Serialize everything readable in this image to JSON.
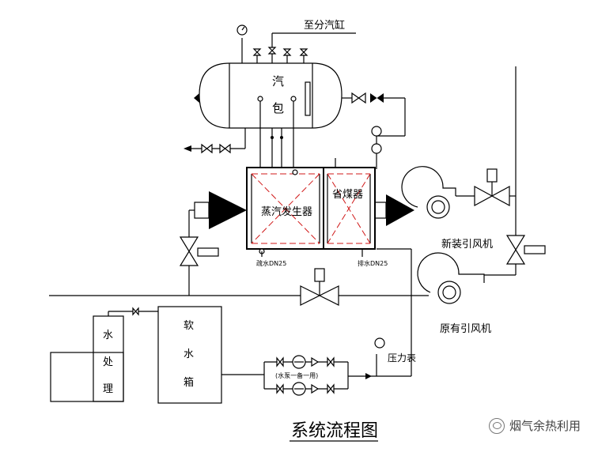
{
  "labels": {
    "to_cylinder": "至分汽缸",
    "drum_char1": "汽",
    "drum_char2": "包",
    "steam_generator": "蒸汽发生器",
    "economizer": "省煤器",
    "new_fan": "新装引风机",
    "old_fan": "原有引风机",
    "water_treatment_1": "水",
    "water_treatment_2": "处",
    "water_treatment_3": "理",
    "soft_tank_1": "软",
    "soft_tank_2": "水",
    "soft_tank_3": "箱",
    "pressure_gauge": "压力表",
    "pump_note": "(水泵一备一用)",
    "drain_left": "疏水DN25",
    "drain_right": "排水DN25",
    "title": "系统流程图",
    "watermark": "烟气余热利用"
  }
}
